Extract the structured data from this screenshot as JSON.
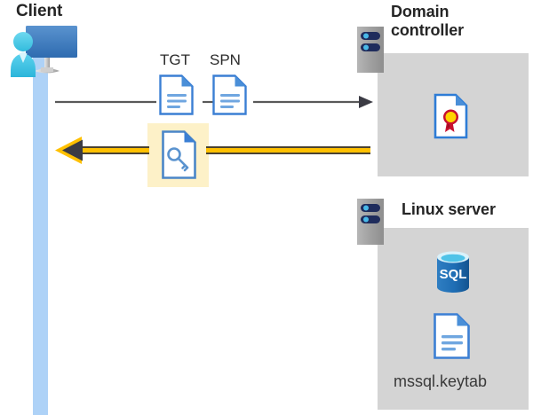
{
  "diagram": {
    "title_client": "Client",
    "title_domain_controller": "Domain controller",
    "title_linux_server": "Linux server",
    "labels": {
      "tgt": "TGT",
      "spn": "SPN",
      "keytab_file": "mssql.keytab"
    },
    "icons": {
      "client": "user-at-monitor-icon",
      "tgt_document": "document-icon",
      "spn_document": "document-icon",
      "service_ticket": "document-with-key-icon",
      "certificate": "certificate-document-icon",
      "domain_controller_server": "server-rack-icon",
      "linux_server": "server-rack-icon",
      "sql_database": "sql-database-icon",
      "keytab_document": "document-icon"
    },
    "arrows": [
      {
        "name": "request-arrow",
        "direction": "right",
        "from": "client",
        "to": "domain-controller",
        "color": "#595959",
        "style": "thin-line"
      },
      {
        "name": "ticket-response-arrow",
        "direction": "left",
        "from": "domain-controller",
        "to": "client",
        "color": "#ffc000",
        "style": "thick-highlight-line"
      }
    ],
    "colors": {
      "panel_gray": "#d4d4d4",
      "lifeline_blue": "#aed2f7",
      "highlight_yellow": "#fdf1c8",
      "arrow_yellow": "#ffc000",
      "arrow_gray": "#595959",
      "doc_blue": "#3b7fd4",
      "monitor_blue": "#3f7ec4",
      "person_cyan": "#41c8ea",
      "sql_blue": "#2272b9",
      "cert_gold": "#ffd400",
      "cert_red": "#c8102e",
      "server_navy": "#1f2c5c",
      "text_dark": "#252525"
    }
  }
}
